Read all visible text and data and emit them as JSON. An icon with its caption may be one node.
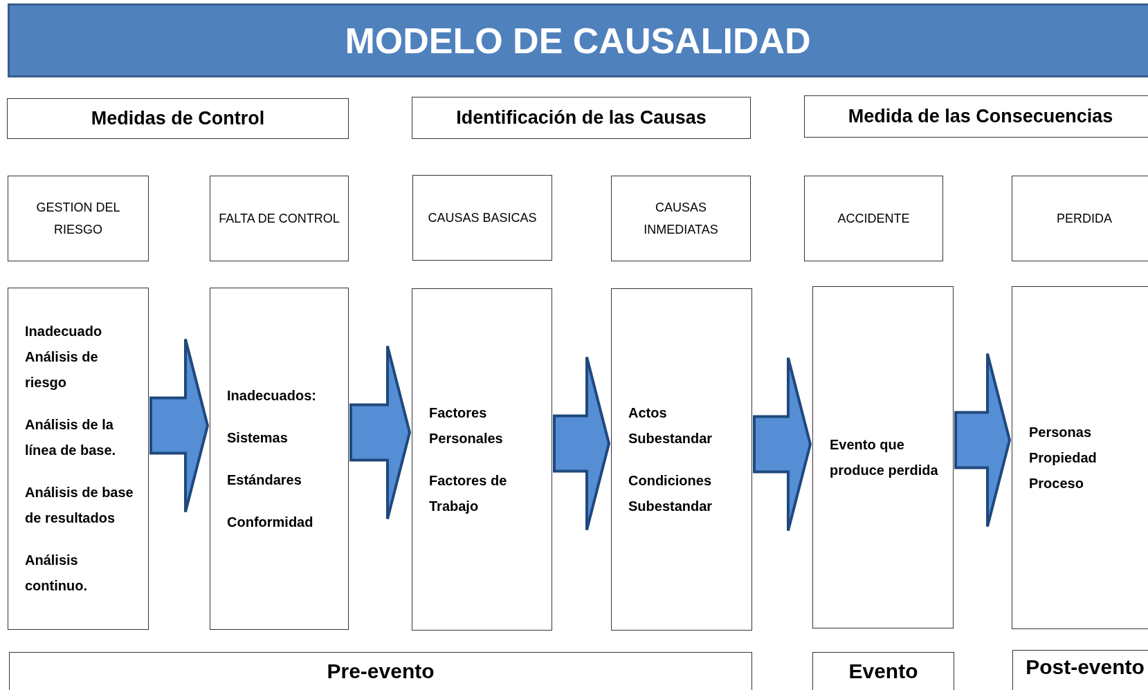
{
  "diagram": {
    "title": "MODELO DE CAUSALIDAD",
    "nodes": [
      {
        "text": [
          "Medidas de Control"
        ]
      },
      {
        "text": [
          "Identificación de las Causas"
        ]
      },
      {
        "text": [
          "Medida de las Consecuencias"
        ]
      },
      {
        "text": [
          "GESTION DEL RIESGO"
        ]
      },
      {
        "text": [
          "FALTA DE CONTROL"
        ]
      },
      {
        "text": [
          "CAUSAS BASICAS"
        ]
      },
      {
        "text": [
          "CAUSAS INMEDIATAS"
        ]
      },
      {
        "text": [
          "ACCIDENTE"
        ]
      },
      {
        "text": [
          "PERDIDA"
        ]
      },
      {
        "text": [
          "Inadecuado Análisis de riesgo",
          "Análisis de la línea de base.",
          "Análisis de base de resultados",
          "Análisis continuo."
        ]
      },
      {
        "text": [
          "Inadecuados:",
          "Sistemas",
          "Estándares",
          "Conformidad"
        ]
      },
      {
        "text": [
          "Factores Personales",
          "Factores de Trabajo"
        ]
      },
      {
        "text": [
          "Actos Subestandar",
          "Condiciones Subestandar"
        ]
      },
      {
        "text": [
          "Evento que produce perdida"
        ]
      },
      {
        "text": [
          "Personas Propiedad Proceso"
        ]
      },
      {
        "text": [
          "Pre-evento"
        ]
      },
      {
        "text": [
          "Evento"
        ]
      },
      {
        "text": [
          "Post-evento"
        ]
      }
    ],
    "edges": [
      {
        "from": 9,
        "to": 10,
        "arrow": "to"
      },
      {
        "from": 10,
        "to": 11,
        "arrow": "to"
      },
      {
        "from": 11,
        "to": 12,
        "arrow": "to"
      },
      {
        "from": 12,
        "to": 13,
        "arrow": "to"
      },
      {
        "from": 13,
        "to": 14,
        "arrow": "to"
      }
    ]
  }
}
